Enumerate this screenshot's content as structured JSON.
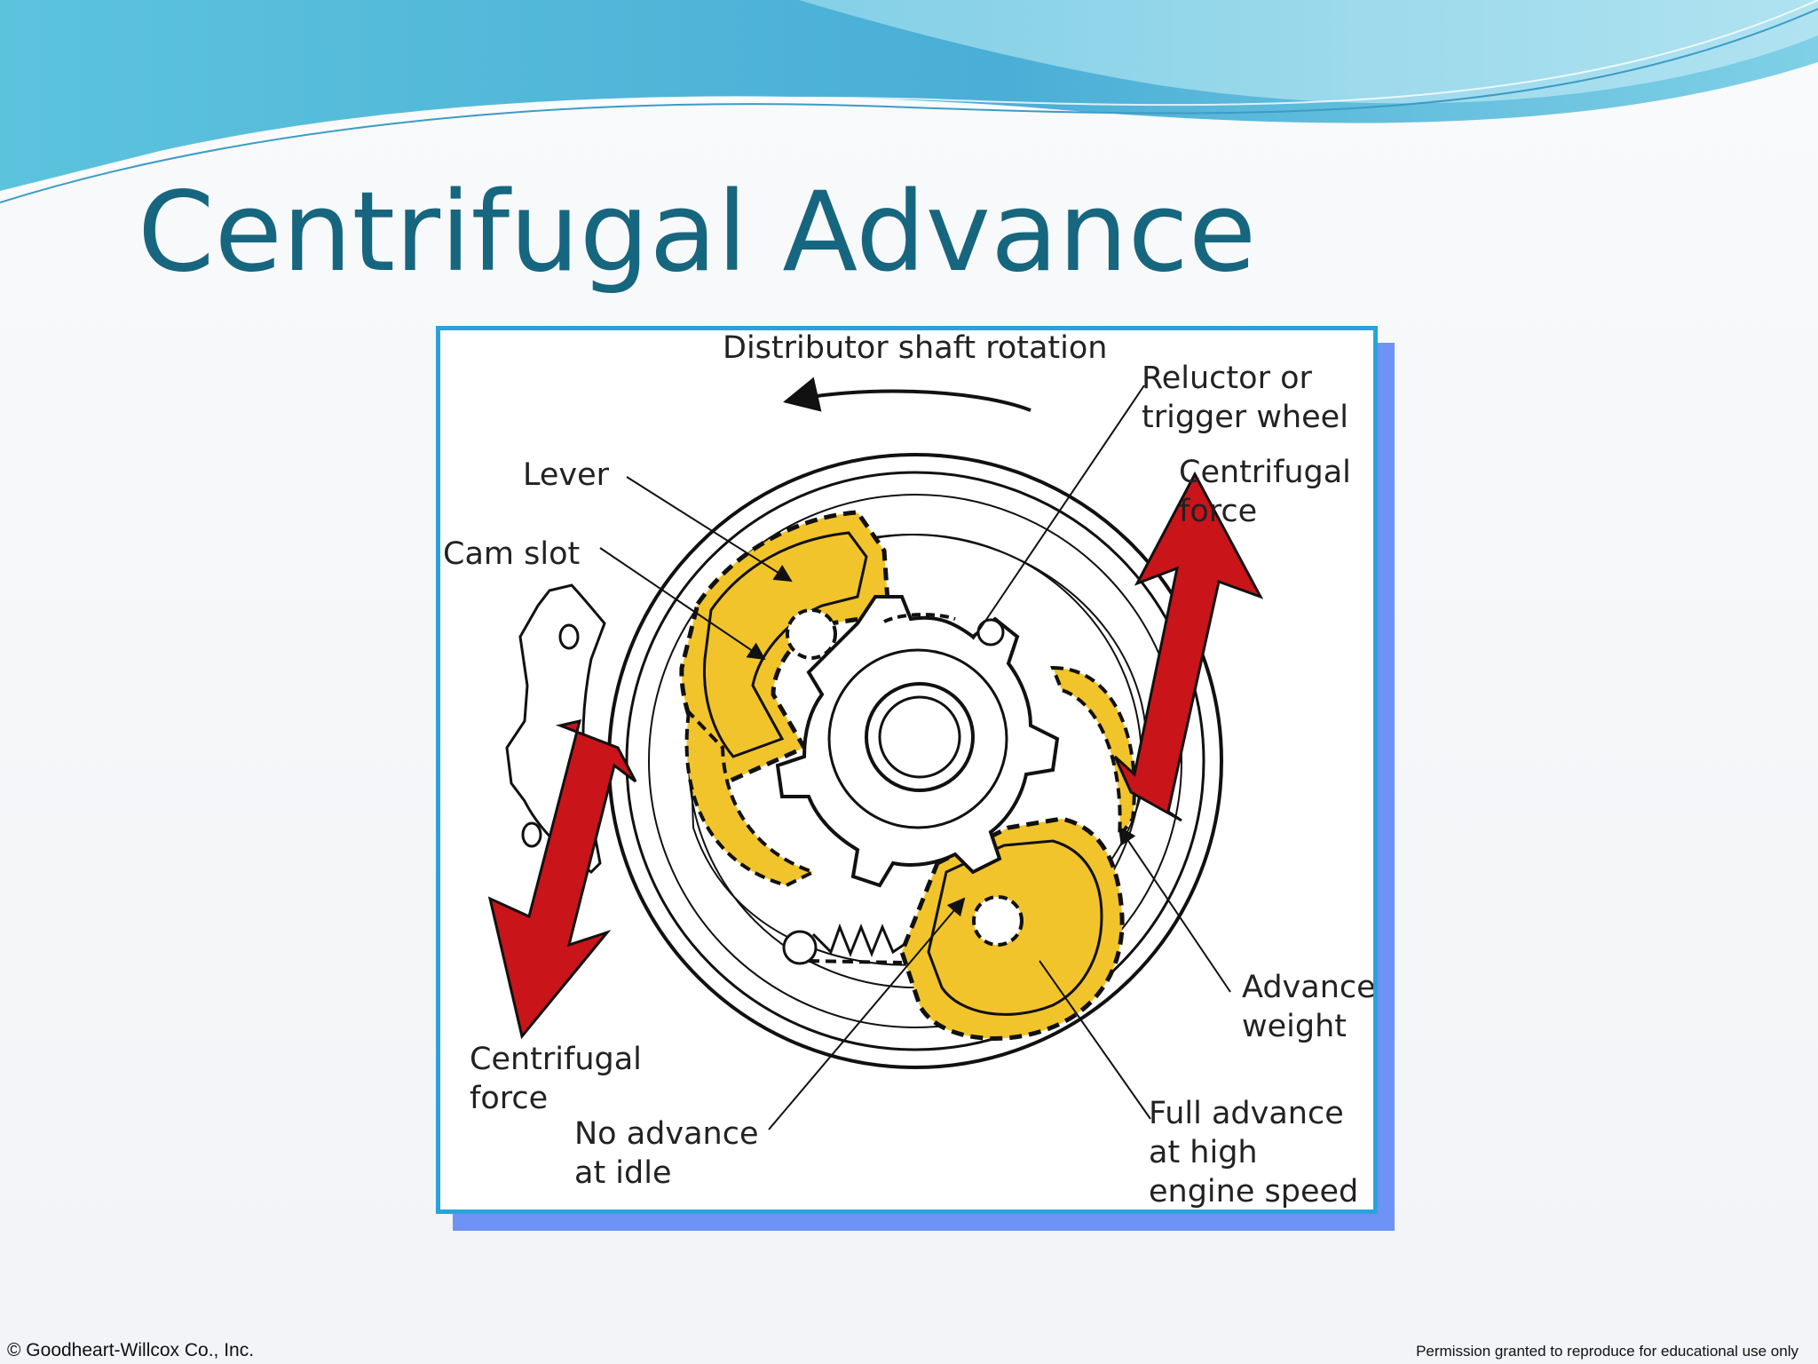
{
  "slide": {
    "title": "Centrifugal Advance"
  },
  "diagram": {
    "labels": {
      "shaft_rotation": "Distributor shaft rotation",
      "reluctor": "Reluctor or\ntrigger wheel",
      "centrifugal_force_right": "Centrifugal\nforce",
      "lever": "Lever",
      "cam_slot": "Cam slot",
      "centrifugal_force_left": "Centrifugal\nforce",
      "no_advance": "No advance\nat idle",
      "advance_weight": "Advance\nweight",
      "full_advance": "Full advance\nat high\nengine speed"
    },
    "colors": {
      "weight_fill": "#f2c42b",
      "arrow_fill": "#c9141a",
      "frame": "#2aa3dd",
      "shadow": "#6f93f4"
    }
  },
  "footer": {
    "copyright": "© Goodheart-Willcox Co., Inc.",
    "permission": "Permission granted to reproduce for educational use only"
  },
  "theme": {
    "title_color": "#17667f",
    "wave_colors": [
      "#5fc4dd",
      "#3fa7cf",
      "#9fd9ea"
    ]
  }
}
